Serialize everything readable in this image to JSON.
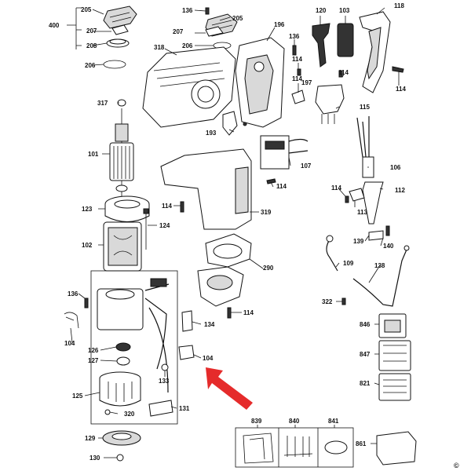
{
  "labels": {
    "l400": "400",
    "l205a": "205",
    "l136a": "136",
    "l205b": "205",
    "l120": "120",
    "l103": "103",
    "l118": "118",
    "l207a": "207",
    "l207b": "207",
    "l196": "196",
    "l208": "208",
    "l206a": "206",
    "l206b": "206",
    "l318": "318",
    "l136b": "136",
    "l114a": "114",
    "l114b": "114",
    "l114c": "114",
    "l197": "197",
    "l114d": "114",
    "l317": "317",
    "l115": "115",
    "l193": "193",
    "l101": "101",
    "l107": "107",
    "l106": "106",
    "l114e": "114",
    "l112": "112",
    "l114f": "114",
    "l113": "113",
    "l123": "123",
    "l114g": "114",
    "l319": "319",
    "l124": "124",
    "l139": "139",
    "l140": "140",
    "l102": "102",
    "l290": "290",
    "l109": "109",
    "l138": "138",
    "l136c": "136",
    "l322": "322",
    "l114h": "114",
    "l104a": "104",
    "l134": "134",
    "l846": "846",
    "l126": "126",
    "l127": "127",
    "l104b": "104",
    "l847": "847",
    "l133": "133",
    "l125": "125",
    "l821": "821",
    "l131": "131",
    "l320": "320",
    "l839": "839",
    "l840": "840",
    "l841": "841",
    "l129": "129",
    "l861": "861",
    "l130": "130"
  },
  "colors": {
    "arrow": "#e52b2b",
    "ink": "#111111"
  },
  "icons": {
    "copyright": "copyright-icon",
    "pointer": "red-arrow-icon"
  },
  "copyright_symbol": "©"
}
